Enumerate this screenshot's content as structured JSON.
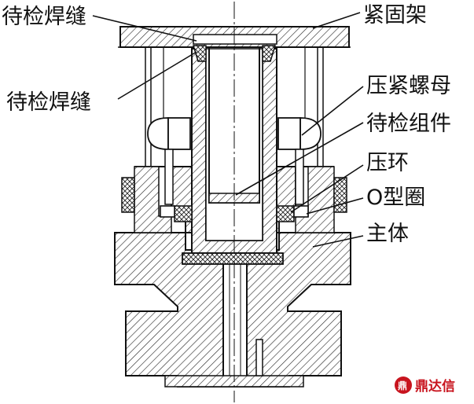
{
  "labels": {
    "weld_top": "待检焊缝",
    "weld_side": "待检焊缝",
    "clamp_frame": "紧固架",
    "compression_nut": "压紧螺母",
    "test_assembly": "待检组件",
    "press_ring": "压环",
    "o_ring": "O型圈",
    "main_body": "主体"
  },
  "watermark": {
    "logo_glyph": "鼎",
    "text": "鼎达信"
  },
  "colors": {
    "ink": "#111111",
    "hatch": "#222222",
    "watermark": "#c8141e"
  }
}
